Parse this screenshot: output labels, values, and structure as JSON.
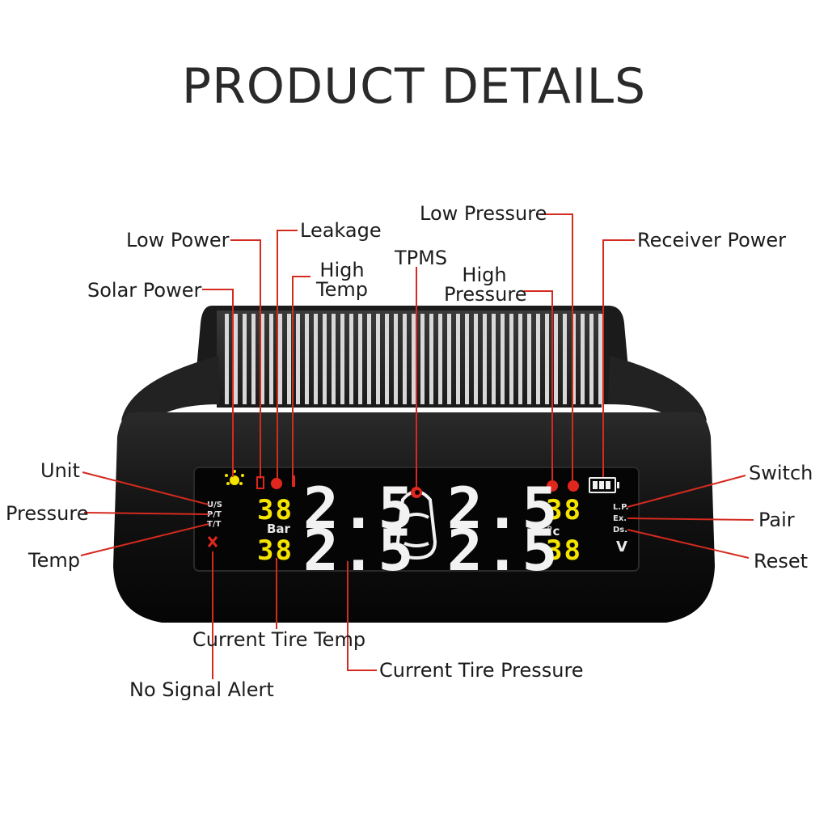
{
  "title": "PRODUCT DETAILS",
  "labels": {
    "low_power": "Low Power",
    "leakage": "Leakage",
    "high_temp_1": "High",
    "high_temp_2": "Temp",
    "solar_power": "Solar Power",
    "tpms": "TPMS",
    "low_pressure": "Low Pressure",
    "high_pressure_1": "High",
    "high_pressure_2": "Pressure",
    "receiver_power": "Receiver Power",
    "unit": "Unit",
    "pressure": "Pressure",
    "temp": "Temp",
    "switch": "Switch",
    "pair": "Pair",
    "reset": "Reset",
    "current_tire_temp": "Current Tire Temp",
    "current_tire_pressure": "Current Tire Pressure",
    "no_signal_alert": "No Signal Alert"
  },
  "display": {
    "left_temp_top": "38",
    "left_temp_bottom": "38",
    "right_temp_top": "38",
    "right_temp_bottom": "38",
    "pressure_fl": "2.5",
    "pressure_rl": "2.5",
    "pressure_fr": "2.5",
    "pressure_rr": "2.5",
    "unit_bar": "Bar",
    "unit_celsius": "°c",
    "left_keys": [
      "U/S",
      "P/T",
      "T/T"
    ],
    "right_keys": [
      "L.P.",
      "Ex.",
      "Ds."
    ],
    "v_label": "V"
  },
  "colors": {
    "leader_line": "#d42a1f",
    "accent_yellow": "#f5e400",
    "alert_red": "#e0261d",
    "device_body": "#141414"
  }
}
